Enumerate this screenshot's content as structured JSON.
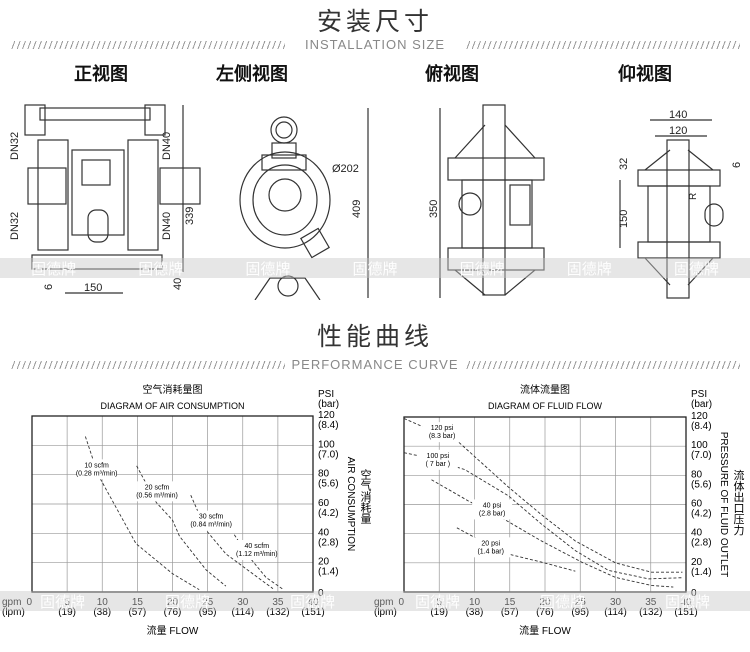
{
  "installation": {
    "title": "安装尺寸",
    "subtitle": "INSTALLATION SIZE",
    "views": [
      "正视图",
      "左侧视图",
      "俯视图",
      "仰视图"
    ],
    "dims": {
      "front": [
        "DN32",
        "DN40",
        "DN32",
        "DN40",
        "339",
        "150",
        "6",
        "40"
      ],
      "side": [
        "Ø202",
        "409"
      ],
      "top": [
        "350"
      ],
      "bottom": [
        "140",
        "120",
        "32",
        "6",
        "150",
        "R"
      ]
    }
  },
  "performance": {
    "title": "性能曲线",
    "subtitle": "PERFORMANCE CURVE"
  },
  "watermark": "固德牌",
  "chart_data": [
    {
      "type": "line",
      "title_cn": "空气消耗量图",
      "title": "DIAGRAM OF AIR CONSUMPTION",
      "xlabel": "流量  FLOW",
      "ylabel": "AIR CONSUMPTION",
      "ylabel_cn": "空气消耗量",
      "y_unit": "PSI",
      "y_unit2": "(bar)",
      "xlim": [
        0,
        40
      ],
      "ylim": [
        0,
        120
      ],
      "x_ticks": [
        "0",
        "5",
        "10",
        "15",
        "20",
        "25",
        "30",
        "35",
        "40"
      ],
      "x_ticks2": [
        "",
        "(19)",
        "(38)",
        "(57)",
        "(76)",
        "(95)",
        "(114)",
        "(132)",
        "(151)"
      ],
      "x_prefix": "gpm",
      "x_prefix2": "(lpm)",
      "y_ticks": [
        "0",
        "20",
        "40",
        "60",
        "80",
        "100",
        "120"
      ],
      "y_ticks2": [
        "",
        "(1.4)",
        "(2.8)",
        "(4.2)",
        "(5.6)",
        "(7.0)",
        "(8.4)"
      ],
      "series": [
        {
          "name": "10 scfm",
          "name2": "(0.28 m³/min)",
          "label_at": [
            9.2,
            85
          ],
          "points": [
            [
              7.6,
              106
            ],
            [
              9.4,
              80
            ],
            [
              14.8,
              33
            ],
            [
              20,
              12.5
            ],
            [
              23.8,
              1.6
            ]
          ]
        },
        {
          "name": "20 scfm",
          "name2": "(0.56 m³/min)",
          "label_at": [
            17.8,
            70
          ],
          "points": [
            [
              14.9,
              86
            ],
            [
              17.7,
              61
            ],
            [
              20,
              49
            ],
            [
              21,
              38
            ],
            [
              24.8,
              15
            ],
            [
              27.6,
              4
            ]
          ]
        },
        {
          "name": "30 scfm",
          "name2": "(0.84 m³/min)",
          "label_at": [
            25.5,
            50
          ],
          "points": [
            [
              22.6,
              66
            ],
            [
              24.8,
              42
            ],
            [
              27.6,
              26
            ],
            [
              31.4,
              12.5
            ],
            [
              34.3,
              2.3
            ]
          ]
        },
        {
          "name": "40 scfm",
          "name2": "(1.12 m³/min)",
          "label_at": [
            32,
            30
          ],
          "points": [
            [
              28.8,
              39
            ],
            [
              30.9,
              24
            ],
            [
              33.3,
              10
            ],
            [
              35.8,
              1.6
            ]
          ]
        }
      ]
    },
    {
      "type": "line",
      "title_cn": "流体流量图",
      "title": "DIAGRAM OF FLUID FLOW",
      "xlabel": "流量  FLOW",
      "ylabel": "PRESSURE OF FLUID OUTLET",
      "ylabel_cn": "流体出口压力",
      "y_unit": "PSI",
      "y_unit2": "(bar)",
      "xlim": [
        0,
        40
      ],
      "ylim": [
        0,
        120
      ],
      "x_ticks": [
        "0",
        "5",
        "10",
        "15",
        "20",
        "25",
        "30",
        "35",
        "40"
      ],
      "x_ticks2": [
        "",
        "(19)",
        "(38)",
        "(57)",
        "(76)",
        "(95)",
        "(114)",
        "(132)",
        "(151)"
      ],
      "x_prefix": "gpm",
      "x_prefix2": "(lpm)",
      "y_ticks": [
        "0",
        "20",
        "40",
        "60",
        "80",
        "100",
        "120"
      ],
      "y_ticks2": [
        "",
        "(1.4)",
        "(2.8)",
        "(4.2)",
        "(5.6)",
        "(7.0)",
        "(8.4)"
      ],
      "series": [
        {
          "name": "120 psi",
          "name2": "(8.3 bar)",
          "label_at": [
            5.4,
            111
          ],
          "points": [
            [
              0,
              119
            ],
            [
              3.3,
              112
            ],
            [
              7.7,
              103
            ],
            [
              14.8,
              72
            ],
            [
              19.5,
              53
            ],
            [
              24.3,
              35
            ],
            [
              30,
              20
            ],
            [
              35.1,
              13.6
            ],
            [
              39.5,
              13.6
            ]
          ]
        },
        {
          "name": "100 psi",
          "name2": "( 7 bar )",
          "label_at": [
            4.8,
            92
          ],
          "points": [
            [
              0,
              95.5
            ],
            [
              2.5,
              93
            ],
            [
              8.6,
              84
            ],
            [
              14.8,
              66
            ],
            [
              19.5,
              46.6
            ],
            [
              24.3,
              28.4
            ],
            [
              29,
              14.8
            ],
            [
              34.7,
              9
            ],
            [
              39.5,
              9.8
            ]
          ]
        },
        {
          "name": "40 psi",
          "name2": "(2.8 bar)",
          "label_at": [
            12.5,
            58
          ],
          "points": [
            [
              3.9,
              77
            ],
            [
              9.1,
              62.5
            ],
            [
              13.8,
              51
            ],
            [
              19.5,
              35
            ],
            [
              25.2,
              20.5
            ],
            [
              30,
              10
            ],
            [
              35.1,
              4.5
            ],
            [
              38.2,
              3.4
            ]
          ]
        },
        {
          "name": "20 psi",
          "name2": "(1.4 bar)",
          "label_at": [
            12.3,
            32
          ],
          "points": [
            [
              7.5,
              44
            ],
            [
              10,
              37.5
            ],
            [
              14.8,
              26
            ],
            [
              19.5,
              20.5
            ],
            [
              24.3,
              14.3
            ]
          ]
        }
      ]
    }
  ]
}
